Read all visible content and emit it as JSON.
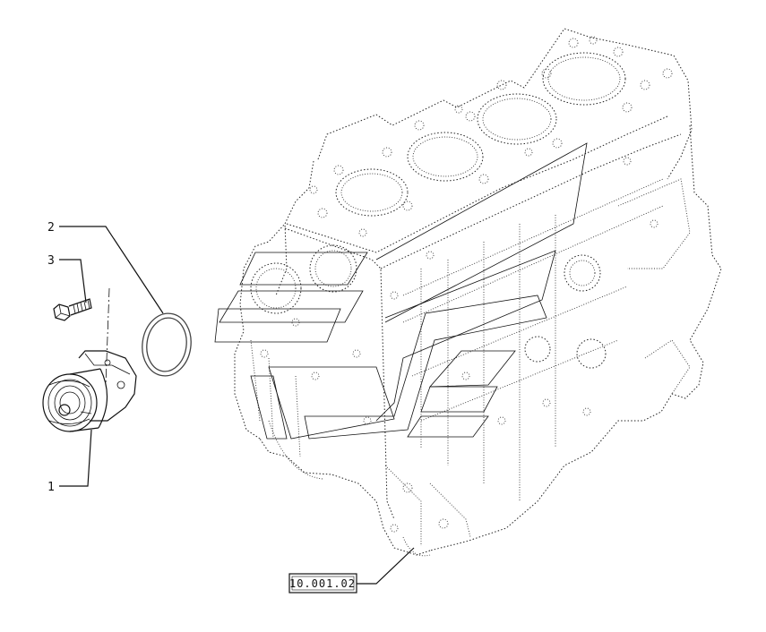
{
  "diagram": {
    "callouts": [
      {
        "id": "1",
        "label": "1"
      },
      {
        "id": "2",
        "label": "2"
      },
      {
        "id": "3",
        "label": "3"
      }
    ],
    "reference": {
      "label": "10.001.02"
    },
    "colors": {
      "line": "#111111",
      "background": "#ffffff"
    }
  }
}
